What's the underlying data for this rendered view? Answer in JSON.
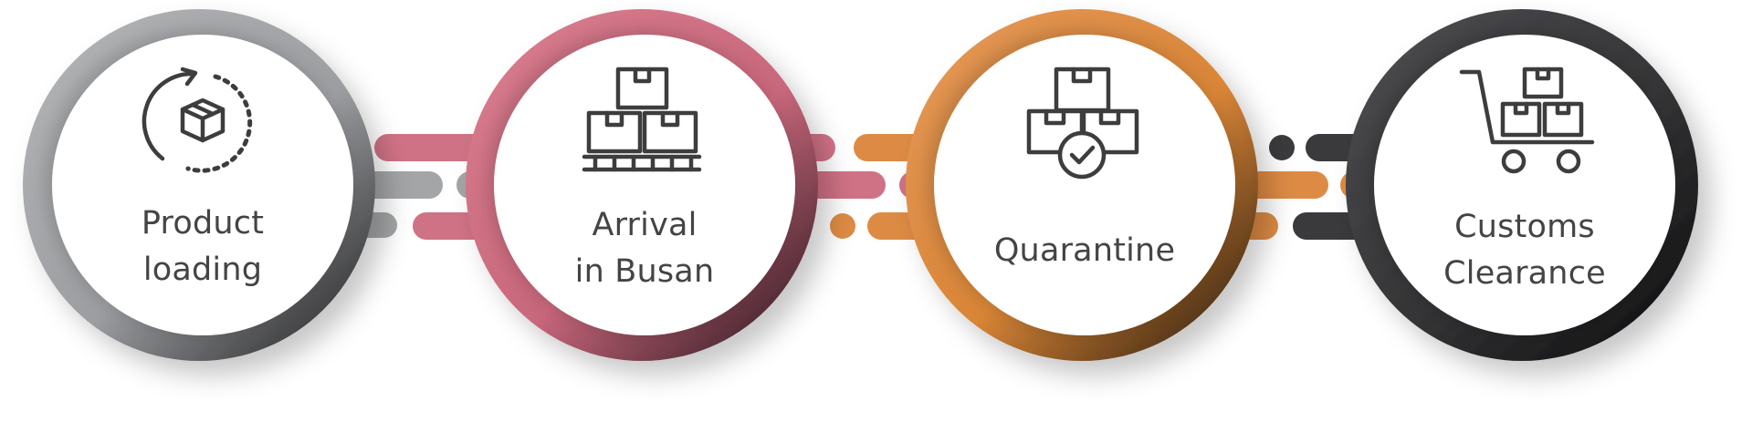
{
  "steps": [
    {
      "id": "product-loading",
      "lines": [
        "Product",
        "loading"
      ],
      "icon": "box-rotate-icon",
      "color": "#a3a5a7"
    },
    {
      "id": "arrival-in-busan",
      "lines": [
        "Arrival",
        "in Busan"
      ],
      "icon": "boxes-pallet-icon",
      "color": "#cf7285"
    },
    {
      "id": "quarantine",
      "lines": [
        "Quarantine"
      ],
      "icon": "boxes-check-icon",
      "color": "#dd8b44"
    },
    {
      "id": "customs-clearance",
      "lines": [
        "Customs",
        "Clearance"
      ],
      "icon": "cart-boxes-icon",
      "color": "#3a3a3c"
    }
  ],
  "theme": {
    "background": "#ffffff",
    "circle_fill": "#ffffff",
    "icon_stroke": "#3d3d3d",
    "text": "#444444"
  }
}
